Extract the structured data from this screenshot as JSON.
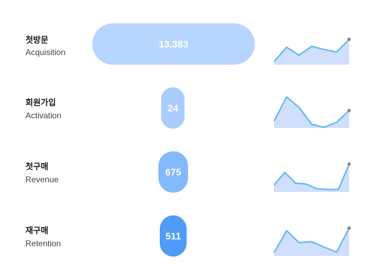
{
  "metrics": [
    {
      "label_ko": "첫방문",
      "label_en": "Acquisition",
      "value": "13,383",
      "pill_color": "#b7d6fd",
      "sparkline": [
        0.1,
        0.55,
        0.3,
        0.58,
        0.48,
        0.4,
        0.8
      ]
    },
    {
      "label_ko": "회원가입",
      "label_en": "Activation",
      "value": "24",
      "pill_color": "#a9cdfd",
      "sparkline": [
        0.22,
        0.98,
        0.65,
        0.12,
        0.02,
        0.18,
        0.55
      ]
    },
    {
      "label_ko": "첫구매",
      "label_en": "Revenue",
      "value": "675",
      "pill_color": "#83b8fb",
      "sparkline": [
        0.22,
        0.62,
        0.28,
        0.25,
        0.1,
        0.08,
        0.08,
        0.88
      ]
    },
    {
      "label_ko": "재구매",
      "label_en": "Retention",
      "value": "511",
      "pill_color": "#4f9cf7",
      "sparkline": [
        0.1,
        0.8,
        0.42,
        0.45,
        0.28,
        0.12,
        0.88
      ]
    }
  ],
  "colors": {
    "spark_line": "#5bb8ef",
    "spark_fill": "#cfdffd",
    "spark_endpoint": "#888888"
  }
}
